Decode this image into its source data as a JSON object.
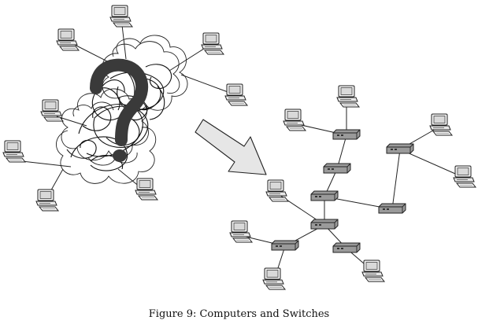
{
  "caption": "Figure 9: Computers and Switches",
  "icons": {
    "computer": "desktop-computer-icon",
    "switch": "network-switch-icon",
    "cloud": "tangled-network-cloud",
    "question": "question-mark-icon",
    "arrow": "transform-arrow"
  },
  "colors": {
    "stroke": "#222222",
    "question_mark": "#3a3a3a",
    "screen_fill": "#d9d9d9",
    "switch_fill": "#9a9a9a",
    "arrow_fill": "#e6e6e6"
  }
}
